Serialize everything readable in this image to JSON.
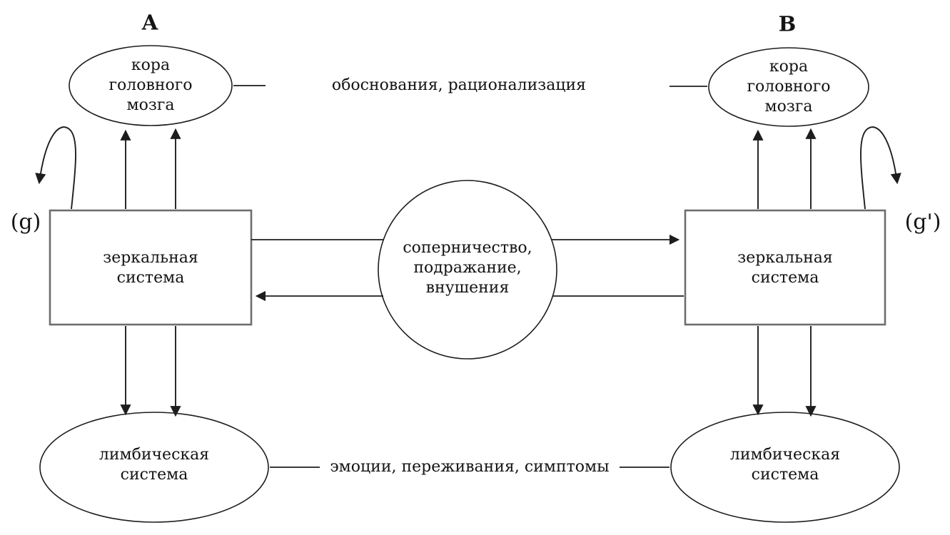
{
  "diagram": {
    "person_a": {
      "label": "A",
      "cortex": "кора\nголовного\nмозга",
      "mirror": "зеркальная\nсистема",
      "limbic": "лимбическая\nсистема",
      "g_label": "(g)"
    },
    "person_b": {
      "label": "B",
      "cortex": "кора\nголовного\nмозга",
      "mirror": "зеркальная\nсистема",
      "limbic": "лимбическая\nсистема",
      "g_label": "(g')"
    },
    "center_circle": "соперничество,\nподражание,\nвнушения",
    "top_text": "обоснования, рационализация",
    "bottom_text": "эмоции, переживания, симптомы",
    "colors": {
      "line": "#1d1d1d",
      "box_stroke": "#6e6e6e",
      "background": "#ffffff"
    }
  }
}
